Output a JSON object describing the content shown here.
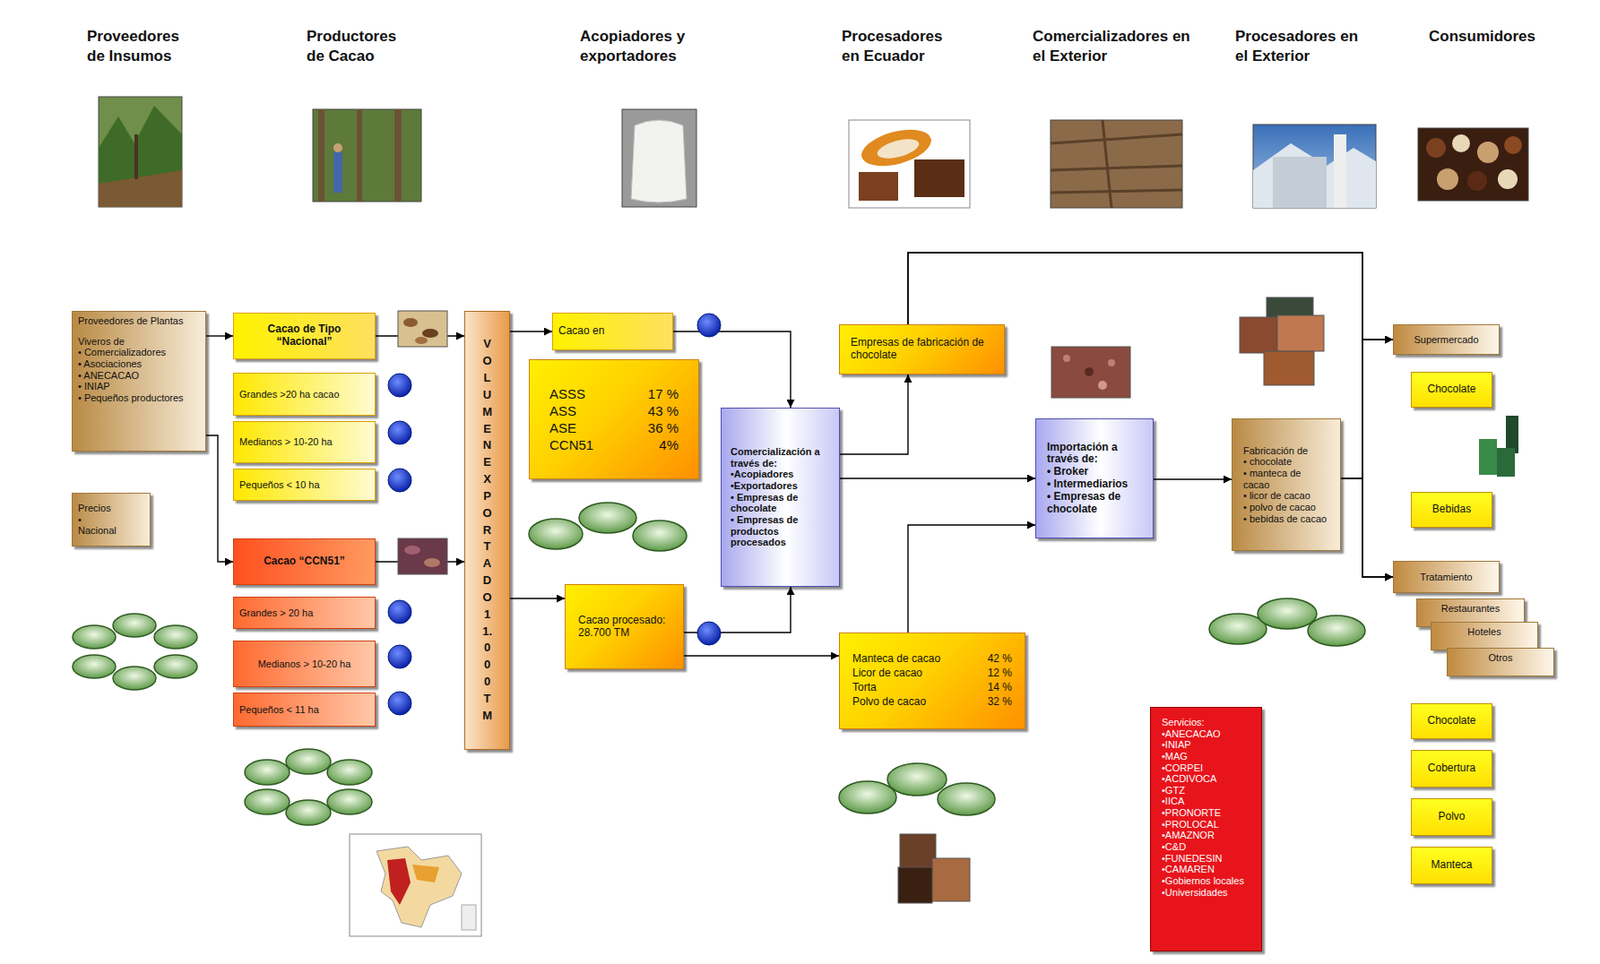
{
  "diagram": {
    "nodes": [
      {
        "text": [
          "Proveedores de Plantas",
          "Viveros de",
          "• Comercializadores",
          "• Asociaciones",
          "• ANECACAO",
          "• INIAP",
          "• Pequeños productores"
        ]
      },
      {
        "text": [
          "Precios",
          "•",
          "Nacional"
        ]
      },
      {
        "text": [
          "Cacao de Tipo “Nacional”"
        ]
      },
      {
        "text": [
          "Grandes >20 ha cacao"
        ]
      },
      {
        "text": [
          "Medianos > 10-20 ha"
        ]
      },
      {
        "text": [
          "Pequeños < 10 ha"
        ]
      },
      {
        "text": [
          "Cacao “CCN51”"
        ]
      },
      {
        "text": [
          "Grandes > 20 ha"
        ]
      },
      {
        "text": [
          "Medianos > 10-20 ha"
        ]
      },
      {
        "text": [
          "Pequeños < 11 ha"
        ]
      },
      {
        "text": [
          "VOLUMEN EXPORTADO 11.000 TM"
        ]
      },
      {
        "text": [
          "Cacao en"
        ]
      },
      {
        "text": [
          "ASSS",
          "17 %",
          "ASS",
          "43 %",
          "ASE",
          "36 %",
          "CCN51",
          "4%"
        ]
      },
      {
        "text": [
          "Cacao procesado:",
          "28.700 TM"
        ]
      },
      {
        "text": [
          "Comercialización a través de:",
          "•Acopiadores",
          "•Exportadores",
          "• Empresas de chocolate",
          "• Empresas de productos procesados"
        ]
      },
      {
        "text": [
          "Empresas de fabricación de chocolate"
        ]
      },
      {
        "text": [
          "Manteca de cacao",
          "42 %",
          "Licor de cacao",
          "12 %",
          "Torta",
          "14 %",
          "Polvo de cacao",
          "32 %"
        ]
      },
      {
        "text": [
          "Importación a través de:",
          "• Broker",
          "• Intermediarios",
          "• Empresas de chocolate"
        ]
      },
      {
        "text": [
          "Fabricación de",
          "• chocolate",
          "• manteca de cacao",
          "• licor de cacao",
          "• polvo de cacao",
          "• bebidas de cacao"
        ]
      },
      {
        "text": [
          "Supermercado"
        ]
      },
      {
        "text": [
          "Chocolate"
        ]
      },
      {
        "text": [
          "Bebidas"
        ]
      },
      {
        "text": [
          "Tratamiento"
        ]
      },
      {
        "text": [
          "Restaurantes"
        ]
      },
      {
        "text": [
          "Hoteles"
        ]
      },
      {
        "text": [
          "Otros"
        ]
      },
      {
        "text": [
          "Chocolate"
        ]
      },
      {
        "text": [
          "Cobertura"
        ]
      },
      {
        "text": [
          "Polvo"
        ]
      },
      {
        "text": [
          "Manteca"
        ]
      },
      {
        "text": [
          "Servicios:",
          "•ANECACAO",
          "•INIAP",
          "•MAG",
          "•CORPEI",
          "•ACDIVOCA",
          "•GTZ",
          "•IICA",
          "•PRONORTE",
          "•PROLOCAL",
          "•AMAZNOR",
          "•C&D",
          "•FUNEDESIN",
          "•CAMAREN",
          "•Gobiernos locales",
          "•Universidades"
        ]
      }
    ],
    "edges": [
      {
        "from": 0,
        "to": 2,
        "arrow": "to"
      },
      {
        "from": 0,
        "to": 6,
        "arrow": "to"
      },
      {
        "from": 2,
        "to": 10,
        "arrow": "to"
      },
      {
        "from": 6,
        "to": 10,
        "arrow": "to"
      },
      {
        "from": 10,
        "to": 11,
        "arrow": "to"
      },
      {
        "from": 10,
        "to": 13,
        "arrow": "to"
      },
      {
        "from": 11,
        "to": 14,
        "arrow": "to"
      },
      {
        "from": 13,
        "to": 14,
        "arrow": "to"
      },
      {
        "from": 13,
        "to": 16,
        "arrow": "to"
      },
      {
        "from": 14,
        "to": 15,
        "arrow": "to"
      },
      {
        "from": 14,
        "to": 17,
        "arrow": "to"
      },
      {
        "from": 16,
        "to": 17,
        "arrow": "to"
      },
      {
        "from": 17,
        "to": 18,
        "arrow": "to"
      },
      {
        "from": 18,
        "to": 19,
        "arrow": "to"
      },
      {
        "from": 18,
        "to": 22,
        "arrow": "to"
      },
      {
        "from": 15,
        "to": 19,
        "arrow": "to"
      },
      {
        "from": 15,
        "to": 22,
        "arrow": "to"
      }
    ],
    "labels": [
      "Proveedores de Insumos",
      "Productores de Cacao",
      "Acopiadores y exportadores",
      "Procesadores en Ecuador",
      "Comercializadores en el Exterior",
      "Procesadores en el Exterior",
      "Consumidores"
    ]
  }
}
